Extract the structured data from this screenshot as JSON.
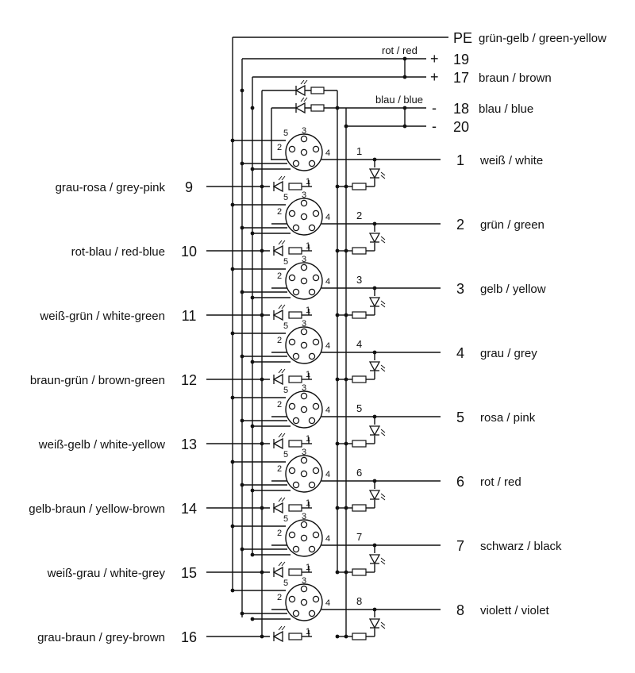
{
  "header": {
    "pe": {
      "pin": "PE",
      "label": "grün-gelb / green-yellow"
    },
    "red_label": "rot / red",
    "blue_label": "blau / blue",
    "plus_19": {
      "sign": "+",
      "pin": "19"
    },
    "plus_17": {
      "sign": "+",
      "pin": "17",
      "label": "braun / brown"
    },
    "minus_18": {
      "sign": "-",
      "pin": "18",
      "label": "blau / blue"
    },
    "minus_20": {
      "sign": "-",
      "pin": "20"
    }
  },
  "connectors": [
    {
      "pin4_no": "1",
      "out_no": "1",
      "out_label": "weiß / white",
      "in_no": "9",
      "in_label": "grau-rosa / grey-pink"
    },
    {
      "pin4_no": "2",
      "out_no": "2",
      "out_label": "grün / green",
      "in_no": "10",
      "in_label": "rot-blau / red-blue"
    },
    {
      "pin4_no": "3",
      "out_no": "3",
      "out_label": "gelb / yellow",
      "in_no": "11",
      "in_label": "weiß-grün / white-green"
    },
    {
      "pin4_no": "4",
      "out_no": "4",
      "out_label": "grau / grey",
      "in_no": "12",
      "in_label": "braun-grün / brown-green"
    },
    {
      "pin4_no": "5",
      "out_no": "5",
      "out_label": "rosa / pink",
      "in_no": "13",
      "in_label": "weiß-gelb / white-yellow"
    },
    {
      "pin4_no": "6",
      "out_no": "6",
      "out_label": "rot / red",
      "in_no": "14",
      "in_label": "gelb-braun / yellow-brown"
    },
    {
      "pin4_no": "7",
      "out_no": "7",
      "out_label": "schwarz / black",
      "in_no": "15",
      "in_label": "weiß-grau / white-grey"
    },
    {
      "pin4_no": "8",
      "out_no": "8",
      "out_label": "violett / violet",
      "in_no": "16",
      "in_label": "grau-braun / grey-brown"
    }
  ],
  "pin_numbers": {
    "p1": "1",
    "p2": "2",
    "p3": "3",
    "p4": "4",
    "p5": "5"
  }
}
